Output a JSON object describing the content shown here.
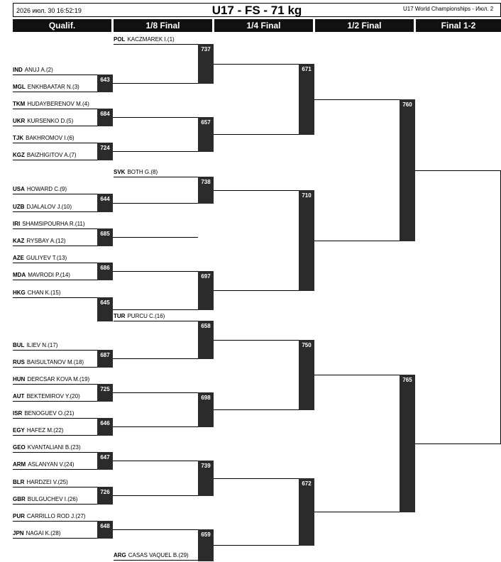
{
  "header": {
    "datetime": "2026 июл. 30 16:52:19",
    "title": "U17 - FS - 71 kg",
    "event": "U17 World Championships - Июл. 2"
  },
  "rounds": [
    "Qualif.",
    "1/8 Final",
    "1/4 Final",
    "1/2 Final",
    "Final 1-2"
  ],
  "athletes": [
    {
      "country": "POL",
      "name": "KACZMAREK I.(1)"
    },
    {
      "country": "IND",
      "name": "ANUJ A.(2)"
    },
    {
      "country": "MGL",
      "name": "ENKHBAATAR N.(3)"
    },
    {
      "country": "TKM",
      "name": "HUDAYBERENOV M.(4)"
    },
    {
      "country": "UKR",
      "name": "KURSENKO D.(5)"
    },
    {
      "country": "TJK",
      "name": "BAKHROMOV I.(6)"
    },
    {
      "country": "KGZ",
      "name": "BAIZHIGITOV A.(7)"
    },
    {
      "country": "SVK",
      "name": "BOTH G.(8)"
    },
    {
      "country": "USA",
      "name": "HOWARD C.(9)"
    },
    {
      "country": "UZB",
      "name": "DJALALOV J.(10)"
    },
    {
      "country": "IRI",
      "name": "SHAMSIPOURHA R.(11)"
    },
    {
      "country": "KAZ",
      "name": "RYSBAY A.(12)"
    },
    {
      "country": "AZE",
      "name": "GULIYEV T.(13)"
    },
    {
      "country": "MDA",
      "name": "MAVRODI P.(14)"
    },
    {
      "country": "HKG",
      "name": "CHAN K.(15)"
    },
    {
      "country": "TUR",
      "name": "PURCU C.(16)"
    },
    {
      "country": "BUL",
      "name": "ILIEV N.(17)"
    },
    {
      "country": "RUS",
      "name": "BAISULTANOV M.(18)"
    },
    {
      "country": "HUN",
      "name": "DERCSAR KOVA M.(19)"
    },
    {
      "country": "AUT",
      "name": "BEKTEMIROV Y.(20)"
    },
    {
      "country": "ISR",
      "name": "BENOGUEV O.(21)"
    },
    {
      "country": "EGY",
      "name": "HAFEZ M.(22)"
    },
    {
      "country": "GEO",
      "name": "KVANTALIANI B.(23)"
    },
    {
      "country": "ARM",
      "name": "ASLANYAN V.(24)"
    },
    {
      "country": "BLR",
      "name": "HARDZEI V.(25)"
    },
    {
      "country": "GBR",
      "name": "BULGUCHEV I.(26)"
    },
    {
      "country": "PUR",
      "name": "CARRILLO ROD J.(27)"
    },
    {
      "country": "JPN",
      "name": "NAGAI K.(28)"
    },
    {
      "country": "ARG",
      "name": "CASAS VAQUEL B.(29)"
    }
  ],
  "bouts": {
    "qualif": [
      "643",
      "684",
      "724",
      "644",
      "685",
      "686",
      "645",
      "687",
      "725",
      "646",
      "647",
      "726",
      "648"
    ],
    "r16": [
      "737",
      "657",
      "738",
      "697",
      "658",
      "698",
      "739",
      "659"
    ],
    "qf": [
      "671",
      "710",
      "750",
      "672"
    ],
    "sf": [
      "760",
      "765"
    ]
  }
}
